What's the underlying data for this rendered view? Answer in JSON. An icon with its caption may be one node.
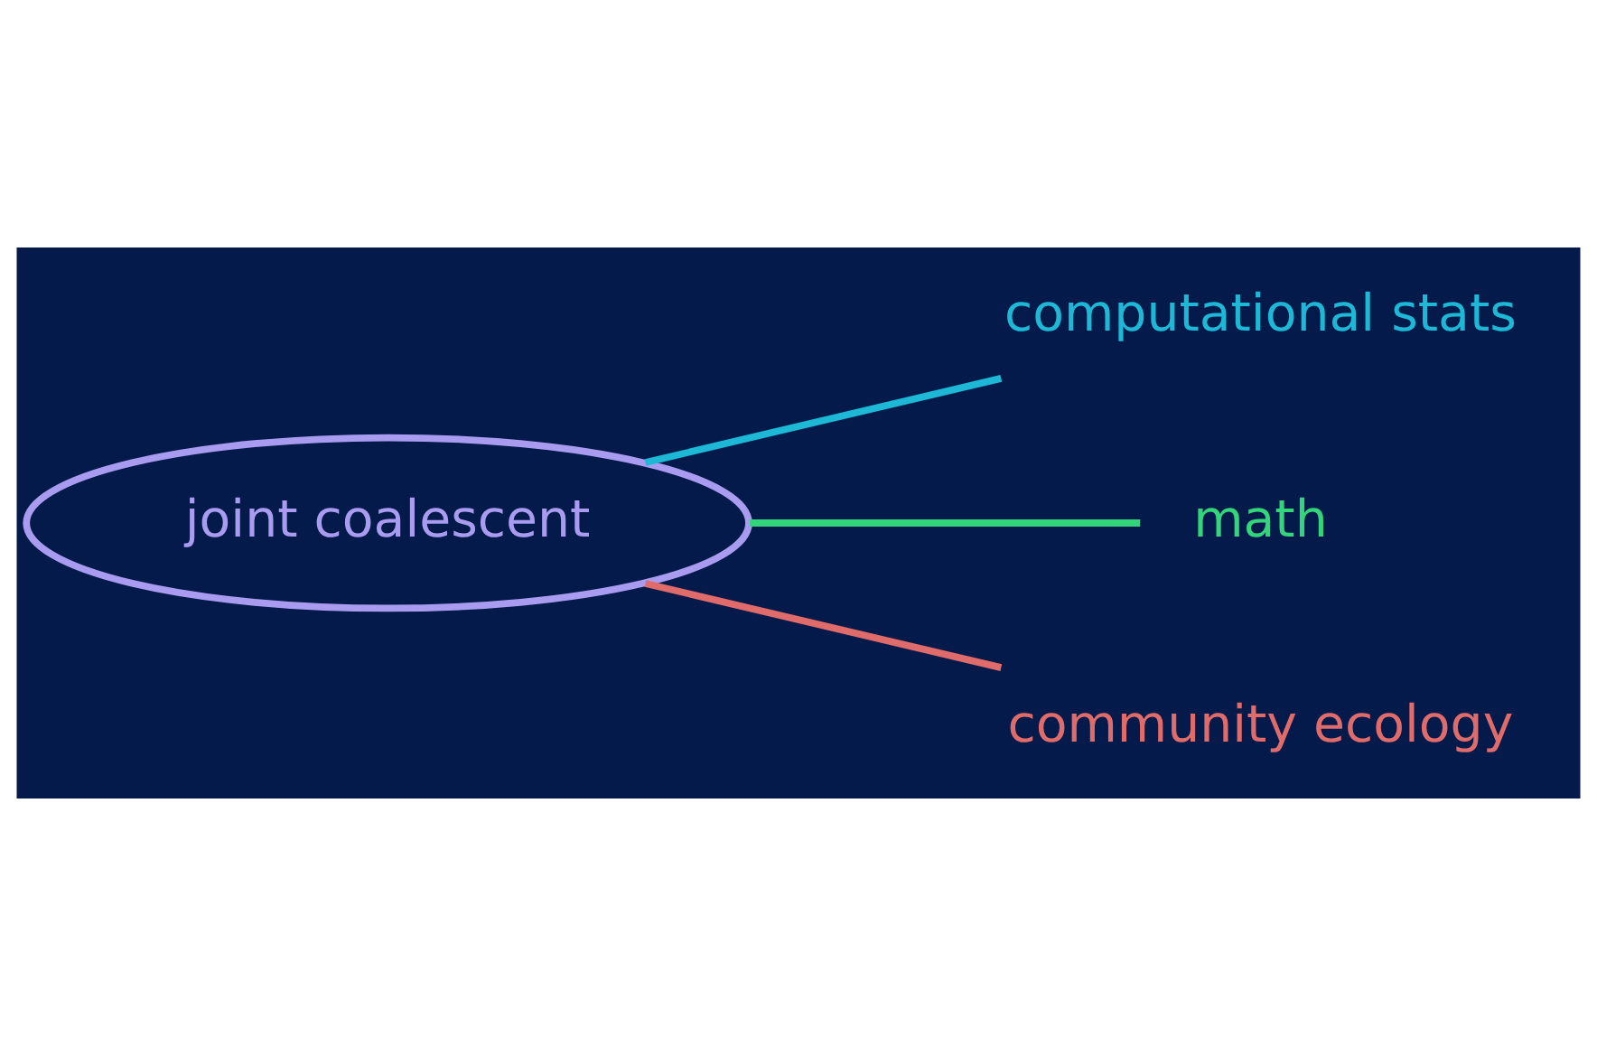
{
  "diagram": {
    "nodes": [
      {
        "text": [
          "joint coalescent"
        ]
      },
      {
        "text": [
          "computational stats"
        ]
      },
      {
        "text": [
          "math"
        ]
      },
      {
        "text": [
          "community ecology"
        ]
      }
    ],
    "edges": [
      {
        "from": 1,
        "to": 0,
        "arrow": "none",
        "color": "#1cb8d6"
      },
      {
        "from": 2,
        "to": 0,
        "arrow": "none",
        "color": "#33d47a"
      },
      {
        "from": 3,
        "to": 0,
        "arrow": "none",
        "color": "#e06b6b"
      }
    ]
  }
}
